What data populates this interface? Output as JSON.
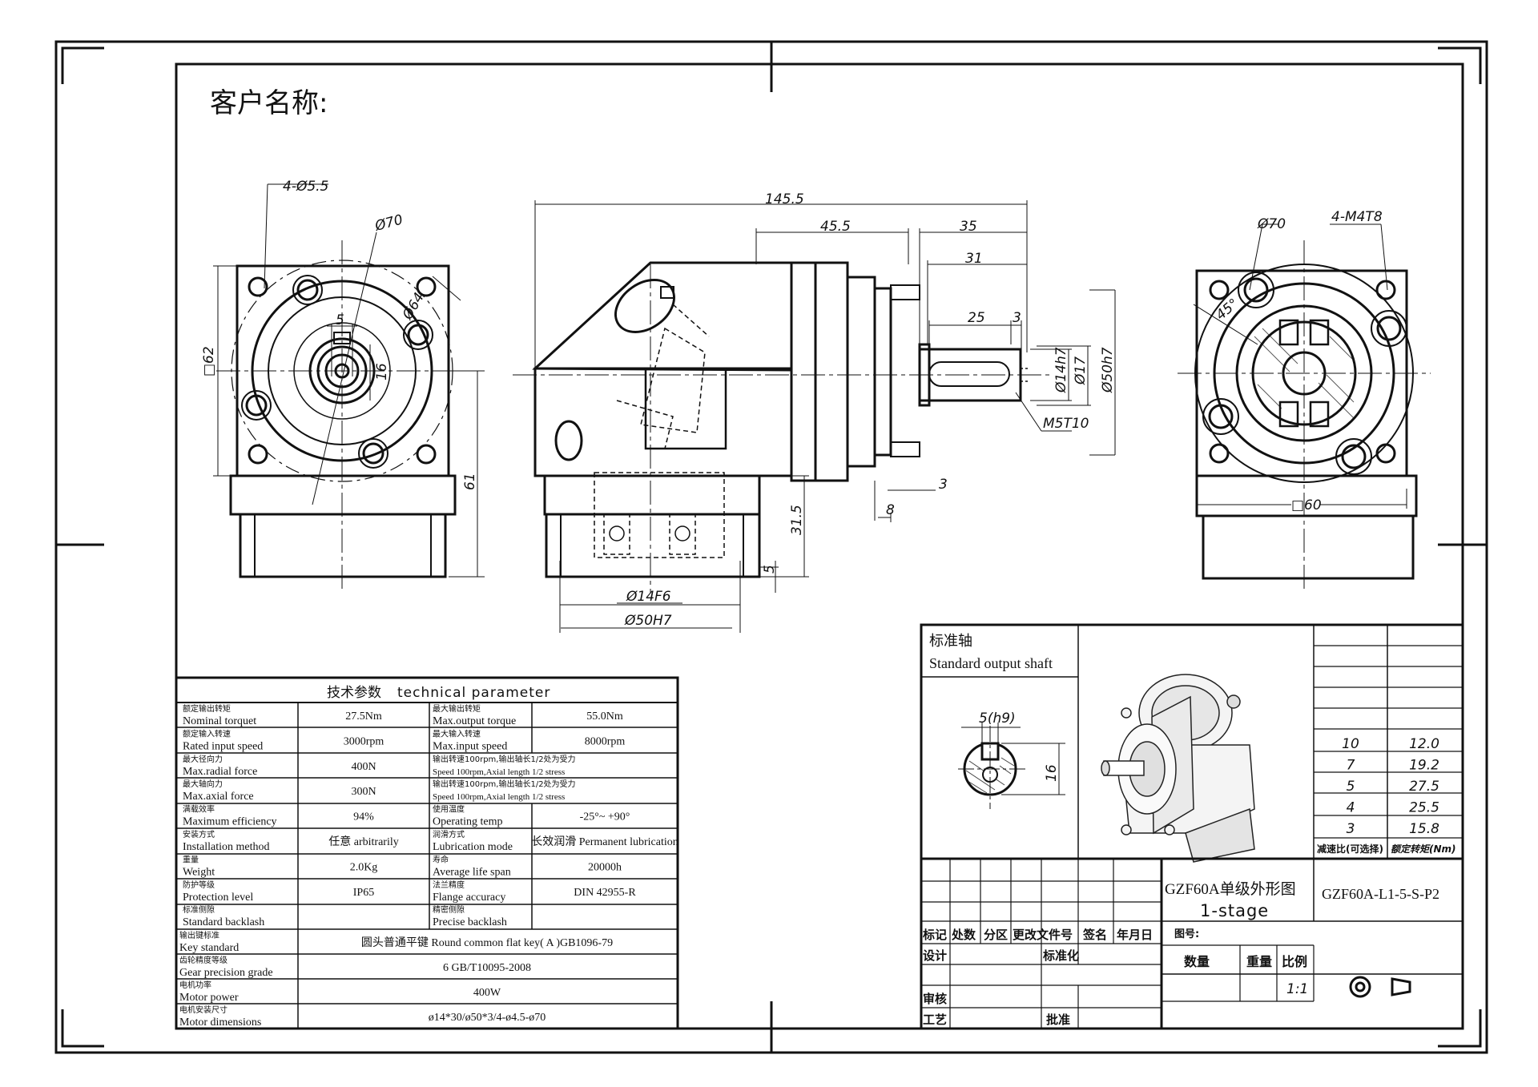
{
  "header": {
    "customer_label": "客户名称:"
  },
  "front_view": {
    "holes": "4-Ø5.5",
    "pcd": "Ø70",
    "square": "□62",
    "key_w": "5",
    "key_h": "16",
    "pcd_small": "Ø64",
    "height": "61"
  },
  "side_view": {
    "total_len": "145.5",
    "len_45": "45.5",
    "len_35": "35",
    "len_31": "31",
    "len_25": "25",
    "len_3": "3",
    "shaft_d": "Ø14h7",
    "d17": "Ø17",
    "pilot": "Ø50h7",
    "thread": "M5T10",
    "flange_3": "3",
    "flange_8": "8",
    "h_31": "31.5",
    "h_5": "5",
    "bore": "Ø14F6",
    "bore_pilot": "Ø50H7"
  },
  "rear_view": {
    "pcd": "Ø70",
    "thread": "4-M4T8",
    "angle": "45°",
    "square": "□60"
  },
  "tech_table": {
    "title_cn": "技术参数",
    "title_en": "technical parameter",
    "rows": [
      {
        "l_cn": "额定输出转矩",
        "l_en": "Nominal torquet",
        "l_val": "27.5Nm",
        "r_cn": "最大输出转矩",
        "r_en": "Max.output torque",
        "r_val": "55.0Nm"
      },
      {
        "l_cn": "额定输入转速",
        "l_en": "Rated input speed",
        "l_val": "3000rpm",
        "r_cn": "最大输入转速",
        "r_en": "Max.input speed",
        "r_val": "8000rpm"
      },
      {
        "l_cn": "最大径向力",
        "l_en": "Max.radial force",
        "l_val": "400N",
        "r_cn": "输出转速100rpm,输出轴长1/2处为受力",
        "r_en": "Speed 100rpm,Axial length 1/2 stress",
        "r_val": ""
      },
      {
        "l_cn": "最大轴向力",
        "l_en": "Max.axial force",
        "l_val": "300N",
        "r_cn": "输出转速100rpm,输出轴长1/2处为受力",
        "r_en": "Speed 100rpm,Axial length 1/2 stress",
        "r_val": ""
      },
      {
        "l_cn": "满载效率",
        "l_en": "Maximum efficiency",
        "l_val": "94%",
        "r_cn": "使用温度",
        "r_en": "Operating temp",
        "r_val": "-25°~ +90°"
      },
      {
        "l_cn": "安装方式",
        "l_en": "Installation method",
        "l_val": "任意 arbitrarily",
        "r_cn": "润滑方式",
        "r_en": "Lubrication mode",
        "r_val": "长效润滑 Permanent lubrication"
      },
      {
        "l_cn": "重量",
        "l_en": "Weight",
        "l_val": "2.0Kg",
        "r_cn": "寿命",
        "r_en": "Average life span",
        "r_val": "20000h"
      },
      {
        "l_cn": "防护等级",
        "l_en": "Protection level",
        "l_val": "IP65",
        "r_cn": "法兰精度",
        "r_en": "Flange accuracy",
        "r_val": "DIN 42955-R"
      },
      {
        "l_cn": "标准侧隙",
        "l_en": "Standard backlash",
        "l_val": "",
        "r_cn": "精密侧隙",
        "r_en": "Precise backlash",
        "r_val": ""
      }
    ],
    "wide_rows": [
      {
        "cn": "输出键标准",
        "en": "Key standard",
        "val": "圆头普通平键 Round common flat key( A )GB1096-79"
      },
      {
        "cn": "齿轮精度等级",
        "en": "Gear precision grade",
        "val": "6 GB/T10095-2008"
      },
      {
        "cn": "电机功率",
        "en": "Motor power",
        "val": "400W"
      },
      {
        "cn": "电机安装尺寸",
        "en": "Motor  dimensions",
        "val": "ø14*30/ø50*3/4-ø4.5-ø70"
      }
    ]
  },
  "shaft_box": {
    "title_cn": "标准轴",
    "title_en": "Standard output shaft",
    "key": "5(h9)",
    "height": "16"
  },
  "ratio_table": {
    "rows": [
      {
        "ratio": "10",
        "torque": "12.0"
      },
      {
        "ratio": "7",
        "torque": "19.2"
      },
      {
        "ratio": "5",
        "torque": "27.5"
      },
      {
        "ratio": "4",
        "torque": "25.5"
      },
      {
        "ratio": "3",
        "torque": "15.8"
      }
    ],
    "h_ratio": "减速比(可选择)",
    "h_torque": "额定转矩(Nm)"
  },
  "title_block": {
    "title1": "GZF60A单级外形图",
    "title2": "1-stage",
    "code": "GZF60A-L1-5-S-P2",
    "h_mark": "标记",
    "h_count": "处数",
    "h_zone": "分区",
    "h_doc": "更改文件号",
    "h_sign": "签名",
    "h_date": "年月日",
    "h_drawno": "图号:",
    "design": "设计",
    "standard": "标准化",
    "qty": "数量",
    "weight": "重量",
    "scale": "比例",
    "scale_val": "1:1",
    "review": "审核",
    "process": "工艺",
    "approve": "批准"
  }
}
